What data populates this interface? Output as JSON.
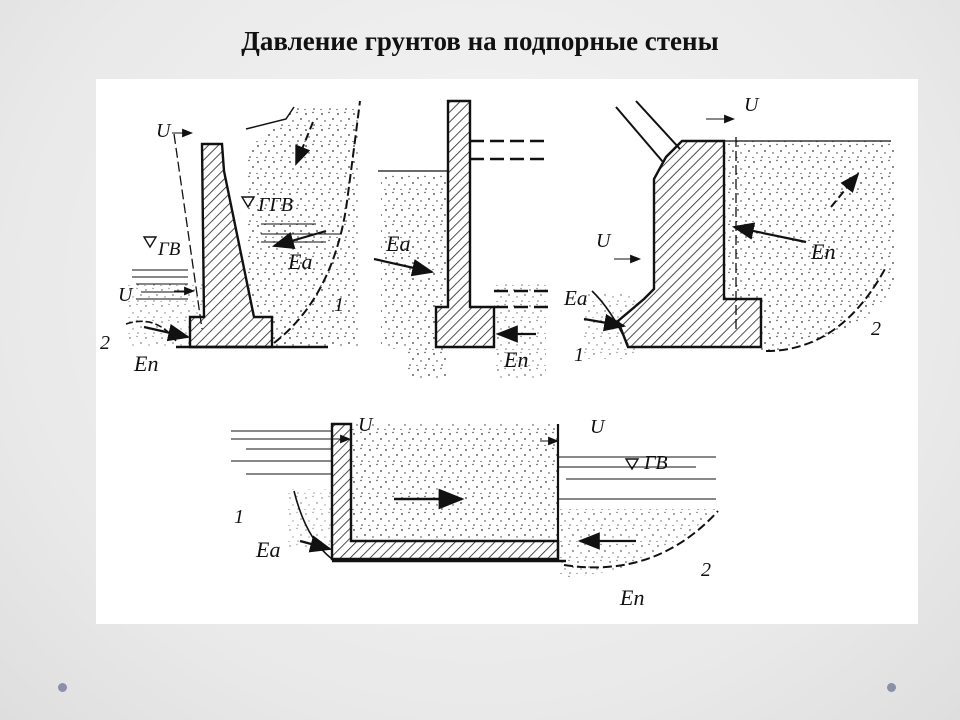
{
  "slide": {
    "title": "Давление грунтов на подпорные стены"
  },
  "labels": {
    "u": "U",
    "ea": "Eа",
    "ep": "Eп",
    "ggv": "ГГВ",
    "gv": "ГВ",
    "n1": "1",
    "n2": "2"
  },
  "colors": {
    "background": "#ebebeb",
    "panel": "#ffffff",
    "ink": "#111111",
    "bullet": "#8b8fa8"
  },
  "icons": {
    "water-level": "water-level-triangle-icon",
    "force": "arrow-icon",
    "bullet": "dot-icon"
  }
}
